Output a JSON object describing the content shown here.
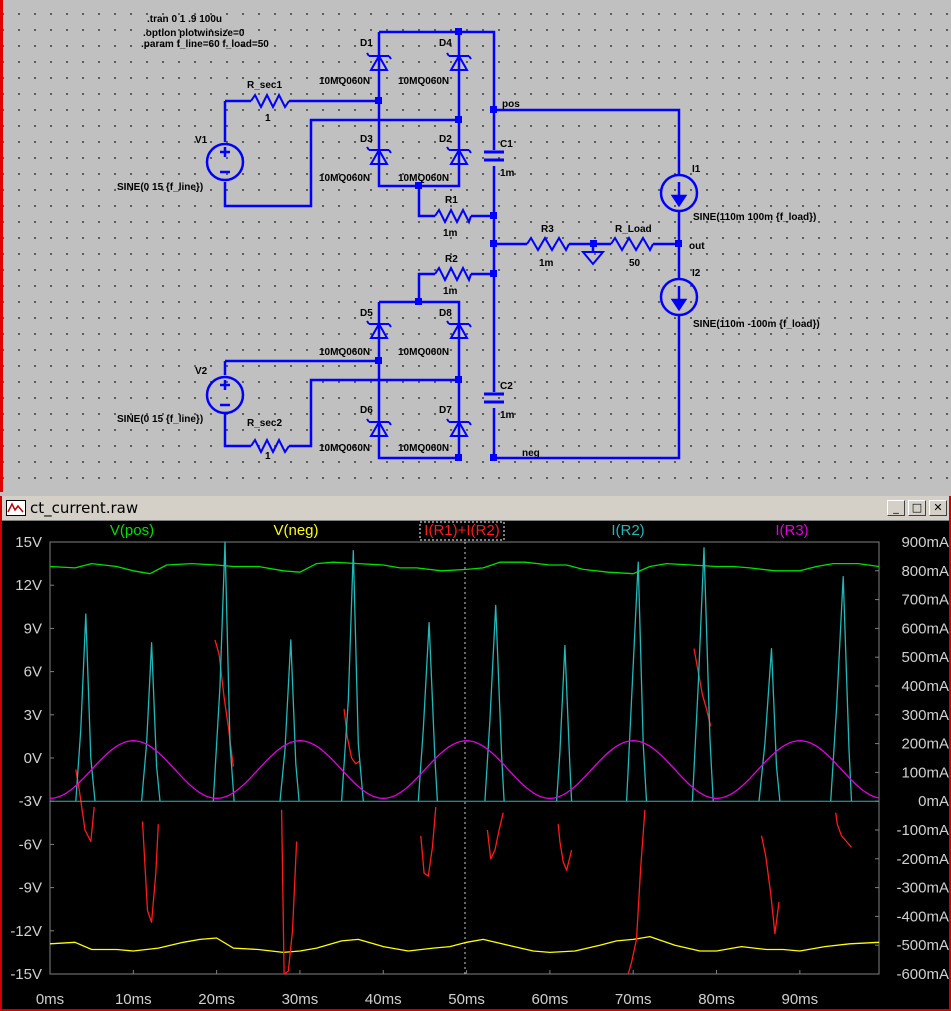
{
  "schematic": {
    "directives": [
      ".tran 0 1 .9 100u",
      ".option plotwinsize=0",
      ".param f_line=60 f_load=50"
    ],
    "sources": [
      {
        "name": "V1",
        "value": "SINE(0 15 {f_line})"
      },
      {
        "name": "V2",
        "value": "SINE(0 15 {f_line})"
      },
      {
        "name": "I1",
        "value": "SINE(110m 100m {f_load})"
      },
      {
        "name": "I2",
        "value": "SINE(110m -100m {f_load})"
      }
    ],
    "resistors": [
      {
        "name": "R_sec1",
        "value": "1"
      },
      {
        "name": "R_sec2",
        "value": "1"
      },
      {
        "name": "R1",
        "value": "1m"
      },
      {
        "name": "R2",
        "value": "1m"
      },
      {
        "name": "R3",
        "value": "1m"
      },
      {
        "name": "R_Load",
        "value": "50"
      }
    ],
    "capacitors": [
      {
        "name": "C1",
        "value": "1m"
      },
      {
        "name": "C2",
        "value": "1m"
      }
    ],
    "diodes": [
      {
        "name": "D1",
        "model": "10MQ060N"
      },
      {
        "name": "D4",
        "model": "10MQ060N"
      },
      {
        "name": "D3",
        "model": "10MQ060N"
      },
      {
        "name": "D2",
        "model": "10MQ060N"
      },
      {
        "name": "D5",
        "model": "10MQ060N"
      },
      {
        "name": "D8",
        "model": "10MQ060N"
      },
      {
        "name": "D6",
        "model": "10MQ060N"
      },
      {
        "name": "D7",
        "model": "10MQ060N"
      }
    ],
    "net_labels": [
      "pos",
      "out",
      "neg"
    ]
  },
  "plot_window": {
    "title": "ct_current.raw",
    "buttons": {
      "minimize": "_",
      "maximize": "□",
      "close": "✕"
    }
  },
  "chart_data": {
    "type": "line",
    "x_tick_labels": [
      "0ms",
      "10ms",
      "20ms",
      "30ms",
      "40ms",
      "50ms",
      "60ms",
      "70ms",
      "80ms",
      "90ms"
    ],
    "xlim_ms": [
      0,
      99.5
    ],
    "left_axis": {
      "ticks": [
        "15V",
        "12V",
        "9V",
        "6V",
        "3V",
        "0V",
        "-3V",
        "-6V",
        "-9V",
        "-12V",
        "-15V"
      ],
      "ylim": [
        -15,
        15
      ]
    },
    "right_axis": {
      "ticks": [
        "900mA",
        "800mA",
        "700mA",
        "600mA",
        "500mA",
        "400mA",
        "300mA",
        "200mA",
        "100mA",
        "0mA",
        "-100mA",
        "-200mA",
        "-300mA",
        "-400mA",
        "-500mA",
        "-600mA"
      ],
      "ylim": [
        -600,
        900
      ]
    },
    "grid": false,
    "legend_position": "top",
    "series": [
      {
        "name": "V(pos)",
        "color": "#00e000",
        "axis": "left",
        "unit": "V",
        "x": [
          0,
          3,
          5,
          8,
          10,
          12,
          14,
          17,
          20,
          22,
          25,
          28,
          30,
          32,
          34,
          37,
          40,
          42,
          44,
          47,
          50,
          52,
          54,
          57,
          60,
          62,
          64,
          67,
          70,
          72,
          74,
          77,
          80,
          82,
          84,
          87,
          90,
          92,
          94,
          97,
          99.5
        ],
        "values": [
          13.3,
          13.2,
          13.5,
          13.3,
          13.0,
          12.8,
          13.4,
          13.5,
          13.4,
          13.3,
          13.3,
          13.0,
          12.9,
          13.5,
          13.6,
          13.5,
          13.4,
          13.2,
          13.2,
          13.0,
          13.1,
          13.2,
          13.6,
          13.6,
          13.4,
          13.4,
          13.1,
          12.9,
          12.8,
          13.3,
          13.5,
          13.4,
          13.3,
          13.3,
          13.2,
          13.0,
          13.0,
          13.3,
          13.5,
          13.5,
          13.3
        ]
      },
      {
        "name": "V(neg)",
        "color": "#ffff00",
        "axis": "left",
        "unit": "V",
        "x": [
          0,
          3,
          5,
          8,
          10,
          13,
          16,
          18,
          20,
          22,
          25,
          28,
          30,
          32,
          35,
          37,
          40,
          43,
          46,
          48,
          50,
          52,
          55,
          58,
          60,
          63,
          66,
          68,
          70,
          72,
          75,
          78,
          80,
          83,
          86,
          88,
          90,
          93,
          96,
          99.5
        ],
        "values": [
          -12.9,
          -12.8,
          -13.3,
          -13.3,
          -13.4,
          -13.2,
          -12.8,
          -12.6,
          -12.5,
          -13.2,
          -13.3,
          -13.5,
          -13.4,
          -13.2,
          -12.7,
          -12.6,
          -13.1,
          -13.4,
          -13.2,
          -13.1,
          -12.8,
          -12.6,
          -13.0,
          -13.4,
          -13.5,
          -13.4,
          -13.0,
          -12.7,
          -12.6,
          -12.4,
          -13.0,
          -13.4,
          -13.4,
          -13.1,
          -13.3,
          -13.3,
          -13.4,
          -13.1,
          -12.9,
          -12.8
        ]
      },
      {
        "name": "I(R1)+I(R2)",
        "color": "#ff1a1a",
        "axis": "right",
        "unit": "mA",
        "x": [
          3.1,
          3.5,
          4.2,
          4.9,
          5.3,
          11.1,
          11.7,
          12.2,
          12.7,
          13.0,
          19.8,
          20.3,
          20.9,
          21.4,
          22.0,
          27.8,
          28.1,
          28.6,
          29.1,
          29.6,
          35.3,
          35.7,
          36.2,
          36.7,
          37.2,
          44.5,
          44.9,
          45.4,
          45.9,
          46.3,
          52.5,
          52.9,
          53.4,
          53.9,
          54.4,
          61.0,
          61.2,
          61.6,
          62.0,
          62.6,
          69.4,
          69.8,
          70.4,
          70.9,
          71.4,
          77.3,
          77.8,
          78.3,
          78.8,
          79.3,
          85.4,
          85.9,
          86.5,
          87.0,
          87.5,
          94.3,
          94.5,
          95.0,
          95.6,
          96.2
        ],
        "values": [
          110,
          40,
          -100,
          -140,
          -20,
          -70,
          -380,
          -420,
          -250,
          -80,
          560,
          510,
          360,
          260,
          120,
          -30,
          -600,
          -590,
          -450,
          -140,
          320,
          220,
          150,
          130,
          140,
          -120,
          -250,
          -260,
          -160,
          -20,
          -100,
          -200,
          -170,
          -100,
          -40,
          -80,
          -140,
          -210,
          -240,
          -170,
          -600,
          -560,
          -480,
          -230,
          -30,
          530,
          450,
          370,
          320,
          260,
          -120,
          -190,
          -320,
          -460,
          -350,
          -40,
          -80,
          -120,
          -140,
          -160
        ]
      },
      {
        "name": "I(R2)",
        "color": "#20b8b8",
        "axis": "right",
        "unit": "mA",
        "x": [
          3.1,
          3.7,
          4.3,
          4.9,
          5.4,
          11.0,
          11.6,
          12.2,
          12.8,
          13.2,
          19.6,
          20.4,
          21.0,
          21.6,
          22.1,
          27.6,
          28.2,
          28.9,
          29.5,
          29.9,
          35.0,
          35.8,
          36.4,
          37.0,
          37.6,
          44.2,
          44.8,
          45.5,
          46.2,
          46.5,
          52.2,
          52.8,
          53.5,
          54.2,
          54.5,
          60.8,
          61.2,
          61.8,
          62.4,
          62.6,
          69.2,
          69.8,
          70.6,
          71.2,
          71.6,
          77.1,
          77.8,
          78.5,
          79.2,
          79.6,
          85.1,
          85.8,
          86.6,
          87.2,
          87.6,
          93.7,
          94.4,
          95.2,
          95.9,
          96.2
        ],
        "values": [
          0,
          250,
          650,
          150,
          0,
          0,
          200,
          550,
          120,
          0,
          0,
          400,
          900,
          200,
          0,
          0,
          180,
          560,
          130,
          0,
          0,
          350,
          870,
          200,
          0,
          0,
          250,
          620,
          150,
          0,
          0,
          280,
          680,
          160,
          0,
          0,
          170,
          540,
          120,
          0,
          0,
          350,
          830,
          200,
          0,
          0,
          400,
          880,
          220,
          0,
          0,
          200,
          530,
          120,
          0,
          0,
          320,
          780,
          180,
          0
        ]
      },
      {
        "name": "I(R3)",
        "color": "#e000e0",
        "axis": "right",
        "unit": "mA",
        "expression": "110 - 100*cos(2*pi*50*t)"
      }
    ]
  }
}
